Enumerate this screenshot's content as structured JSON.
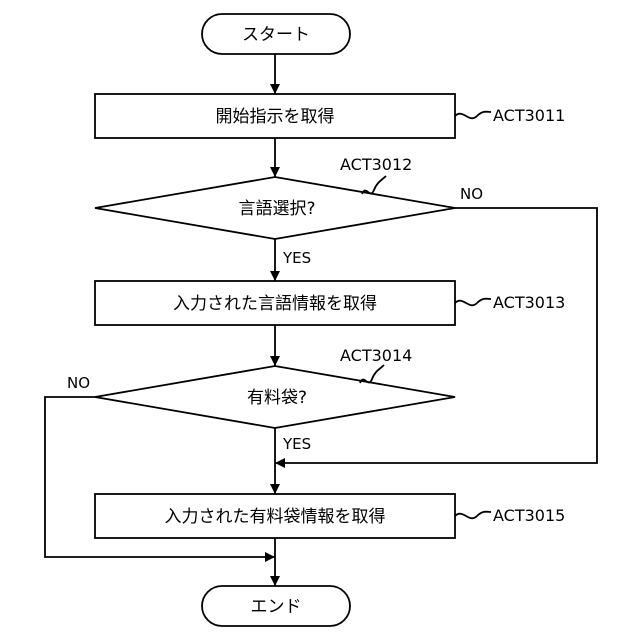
{
  "flowchart": {
    "start_label": "スタート",
    "end_label": "エンド",
    "steps": [
      {
        "label": "開始指示を取得",
        "ref": "ACT3011"
      },
      {
        "label": "言語選択?",
        "ref": "ACT3012",
        "yes": "YES",
        "no": "NO"
      },
      {
        "label": "入力された言語情報を取得",
        "ref": "ACT3013"
      },
      {
        "label": "有料袋?",
        "ref": "ACT3014",
        "yes": "YES",
        "no": "NO"
      },
      {
        "label": "入力された有料袋情報を取得",
        "ref": "ACT3015"
      }
    ]
  }
}
